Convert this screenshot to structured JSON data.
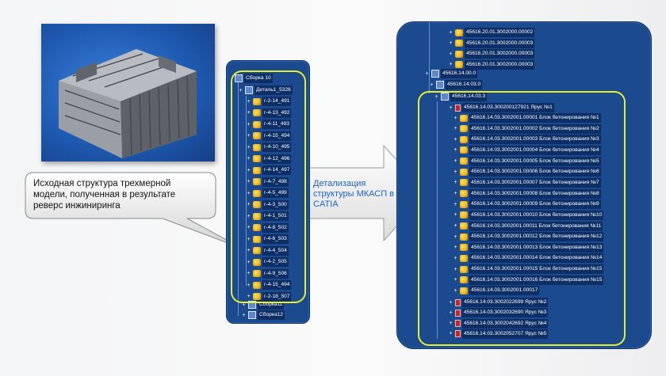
{
  "callout": {
    "text": "Исходная структура трехмерной\nмодели, полученная в результате\nреверс инжиниринга"
  },
  "arrow": {
    "text": "Детализация\nструктуры  МКАСП в\nCATIA"
  },
  "colors": {
    "panel": "#1b4a8f",
    "highlight": "#e6f02a",
    "arrow_text": "#1c62c4"
  },
  "left_tree": {
    "root": "Сборка 10",
    "detail": "Деталь1_5326",
    "items": [
      "г-2-14_491",
      "г-4-13_492",
      "г-4-11_493",
      "г-4-15_494",
      "г-4-10_495",
      "г-4-12_496",
      "г-4-14_497",
      "г-4-7_498",
      "г-4-5_499",
      "г-4-3_500",
      "г-4-1_501",
      "г-4-8_502",
      "г-4-6_503",
      "г-4-4_504",
      "г-4-2_505",
      "г-4-9_506",
      "г-4-15_494",
      "г-2-18_507"
    ],
    "tail": [
      "Сборка11",
      "Сборка12"
    ]
  },
  "right_tree": {
    "top_rows": [
      "45616.20.01.3002000.00002",
      "45616.20.01.3002000.00003",
      "45616.20.01.3002000.00003",
      "45616.20.01.3002000.00003"
    ],
    "level1": "45616.14.00.0",
    "level2": "45616.14.03.0",
    "level3": "45616.14.03.3",
    "tier1": "45616.14.03.300200127921 Ярус №1",
    "blocks": [
      "45616.14.03.3002001.00001 Блок бетонирования №1",
      "45616.14.03.3002001.00002 Блок бетонирования №2",
      "45616.14.03.3002001.00003 Блок бетонирования №3",
      "45616.14.03.3002001.00004 Блок бетонирования №4",
      "45616.14.03.3002001.00005 Блок бетонирования №5",
      "45616.14.03.3002001.00006 Блок бетонирования №6",
      "45616.14.03.3002001.00007 Блок бетонирования №7",
      "45616.14.03.3002001.00008 Блок бетонирования №8",
      "45616.14.03.3002001.00009 Блок бетонирования №9",
      "45616.14.03.3002001.00010 Блок бетонирования №10",
      "45616.14.03.3002001.00011 Блок бетонирования №11",
      "45616.14.03.3002001.00012 Блок бетонирования №12",
      "45616.14.03.3002001.00013 Блок бетонирования №13",
      "45616.14.03.3002001.00014 Блок бетонирования №14",
      "45616.14.03.3002001.00015 Блок бетонирования №15",
      "45616.14.03.3002001.00016 Блок бетонирования №15",
      "45616.14.03.3002001.00017"
    ],
    "tiers": [
      "45616.14.03.3002022699 Ярус №2",
      "45616.14.03.3002032690 Ярус №3",
      "45616.14.03.3002042692 Ярус №4",
      "45616.14.03.3002052707 Ярус №5"
    ]
  }
}
